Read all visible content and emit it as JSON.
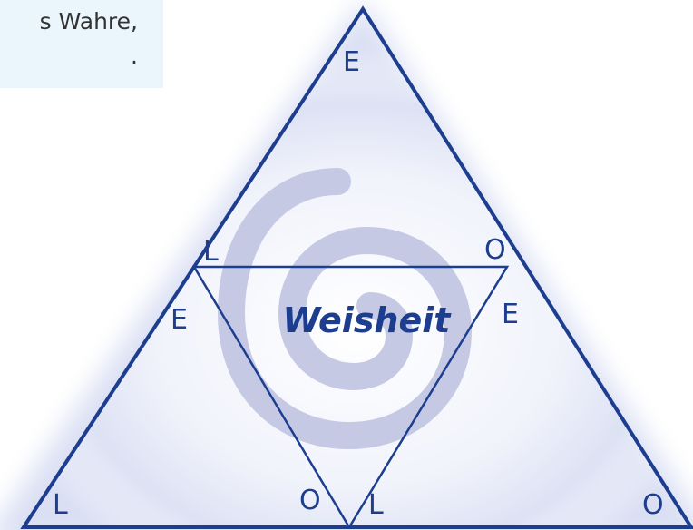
{
  "quote": {
    "line1": "s Wahre,",
    "line2": "."
  },
  "center_label": "Weisheit",
  "outer_triangle_letters": {
    "top_vertex": "E",
    "left_bottom_vertex": "L",
    "right_bottom_vertex": "O",
    "left_side_midpoint": "E",
    "right_side_midpoint": "E",
    "bottom_midpoint_left": "O",
    "bottom_midpoint_right": "L"
  },
  "inner_triangle_letters": {
    "top_left_vertex": "L",
    "top_right_vertex": "O"
  },
  "colors": {
    "line": "#1d3d8f",
    "spiral": "#c5c9e4",
    "glow": "#c9d0ee",
    "quote_background": "#eaf5fc"
  }
}
